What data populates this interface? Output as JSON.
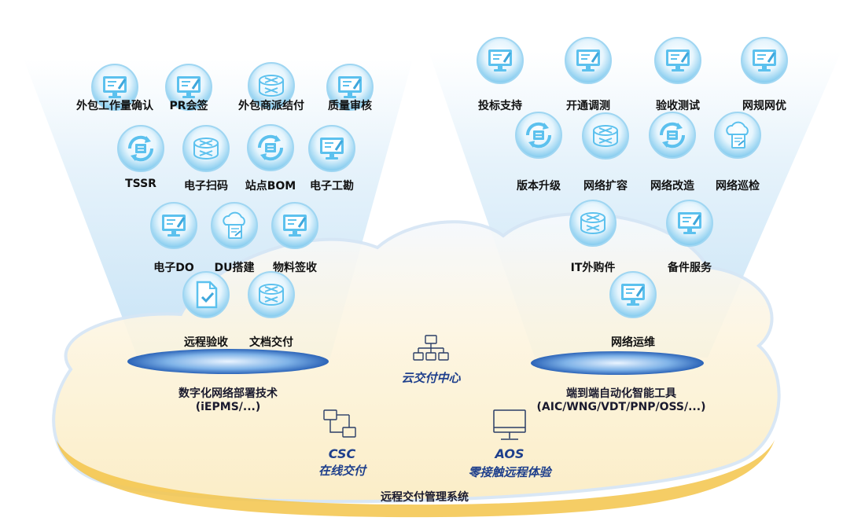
{
  "left_items": [
    {
      "label": "外包工作量确认",
      "icon": "monitor-edit-icon"
    },
    {
      "label": "PR会签",
      "icon": "monitor-edit-icon"
    },
    {
      "label": "外包商派结付",
      "icon": "router-icon"
    },
    {
      "label": "质量审核",
      "icon": "monitor-edit-icon"
    },
    {
      "label": "TSSR",
      "icon": "sync-icon"
    },
    {
      "label": "电子扫码",
      "icon": "router-icon"
    },
    {
      "label": "站点BOM",
      "icon": "sync-icon"
    },
    {
      "label": "电子工勘",
      "icon": "monitor-edit-icon"
    },
    {
      "label": "电子DO",
      "icon": "monitor-edit-icon"
    },
    {
      "label": "DU搭建",
      "icon": "cloud-doc-icon"
    },
    {
      "label": "物料签收",
      "icon": "monitor-edit-icon"
    },
    {
      "label": "远程验收",
      "icon": "doc-check-icon"
    },
    {
      "label": "文档交付",
      "icon": "router-icon"
    }
  ],
  "right_items": [
    {
      "label": "投标支持",
      "icon": "monitor-edit-icon"
    },
    {
      "label": "开通调测",
      "icon": "monitor-edit-icon"
    },
    {
      "label": "验收测试",
      "icon": "monitor-edit-icon"
    },
    {
      "label": "网规网优",
      "icon": "monitor-edit-icon"
    },
    {
      "label": "版本升级",
      "icon": "sync-icon"
    },
    {
      "label": "网络扩容",
      "icon": "router-icon"
    },
    {
      "label": "网络改造",
      "icon": "sync-icon"
    },
    {
      "label": "网络巡检",
      "icon": "cloud-doc-icon"
    },
    {
      "label": "IT外购件",
      "icon": "router-icon"
    },
    {
      "label": "备件服务",
      "icon": "monitor-edit-icon"
    },
    {
      "label": "网络运维",
      "icon": "monitor-edit-icon"
    }
  ],
  "left_platform": {
    "line1": "数字化网络部署技术",
    "line2": "(iEPMS/...)"
  },
  "right_platform": {
    "line1": "端到端自动化智能工具",
    "line2": "(AIC/WNG/VDT/PNP/OSS/...)"
  },
  "center": {
    "label": "云交付中心",
    "icon": "network-topology-icon"
  },
  "csc": {
    "line1": "CSC",
    "line2": "在线交付",
    "icon": "flowchart-icon"
  },
  "aos": {
    "line1": "AOS",
    "line2": "零接触远程体验",
    "icon": "monitor-icon"
  },
  "footer": "远程交付管理系统",
  "colors": {
    "accent": "#1e3f8c",
    "cloud": "#fdf4dc",
    "beam": "#d7ecfa",
    "icon_fill": "#5cc1ee"
  }
}
